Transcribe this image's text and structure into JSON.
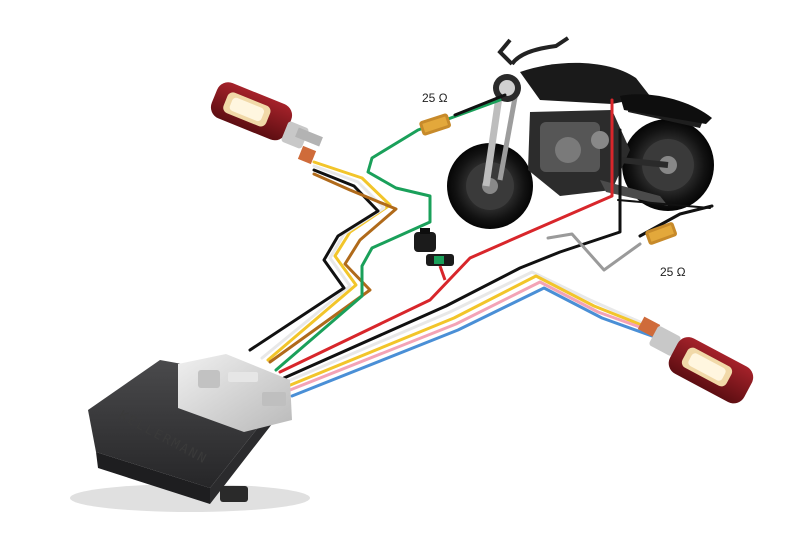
{
  "diagram": {
    "resistor_top": {
      "label": "25 Ω"
    },
    "resistor_right": {
      "label": "25 Ω"
    },
    "module": {
      "brand_text": "KELLERMANN"
    },
    "wires": [
      {
        "name": "white",
        "color": "#f2f2f2"
      },
      {
        "name": "black",
        "color": "#111111"
      },
      {
        "name": "brown",
        "color": "#b06a1a"
      },
      {
        "name": "green",
        "color": "#1aa05a"
      },
      {
        "name": "red",
        "color": "#d8262b"
      },
      {
        "name": "yellow",
        "color": "#f2c52a"
      },
      {
        "name": "pink",
        "color": "#f3a3b6"
      },
      {
        "name": "blue",
        "color": "#4a8fd6"
      },
      {
        "name": "grey",
        "color": "#9a9a9a"
      }
    ],
    "colors": {
      "indicator_housing": "#8e1a1f",
      "indicator_lens": "#f1d9a8",
      "module_body": "#3c3c3e",
      "connector": "#d9d9d9",
      "fuse_holder": "#1b1b1b"
    }
  }
}
